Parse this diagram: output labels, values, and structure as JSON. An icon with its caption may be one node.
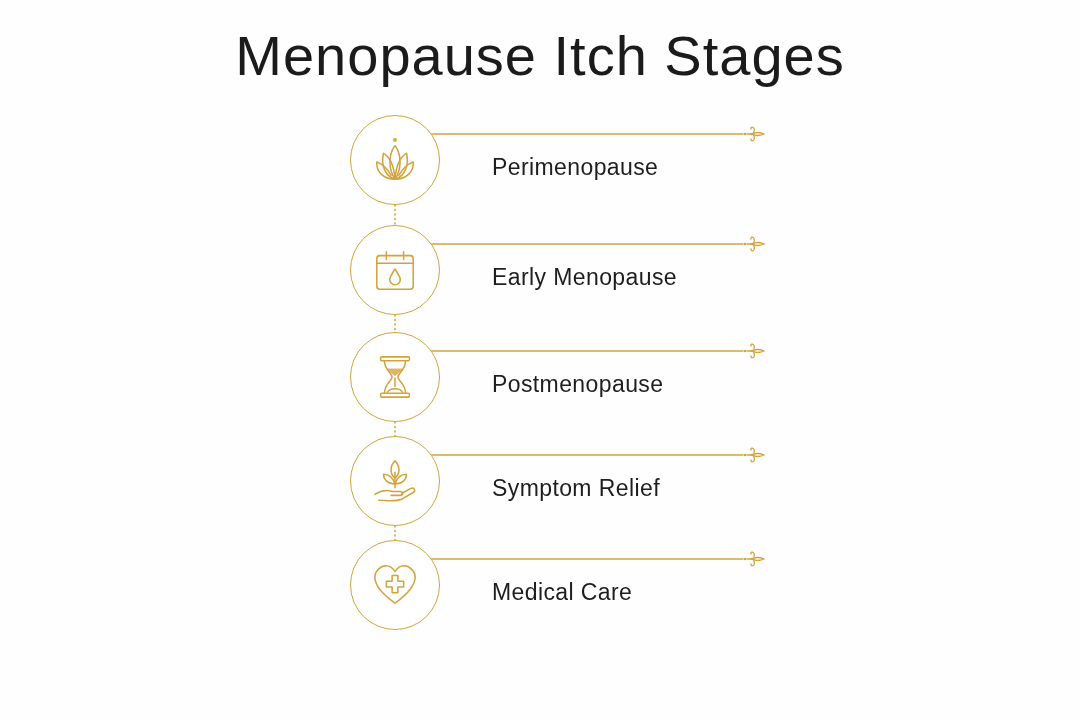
{
  "diagram": {
    "title": "Menopause Itch Stages",
    "nodes": [
      {
        "text": [],
        "shape": "circle",
        "beside": [
          "Perimenopause"
        ]
      },
      {
        "text": [],
        "shape": "circle",
        "beside": [
          "Early Menopause"
        ]
      },
      {
        "text": [],
        "shape": "circle",
        "beside": [
          "Postmenopause"
        ]
      },
      {
        "text": [],
        "shape": "circle",
        "beside": [
          "Symptom Relief"
        ]
      },
      {
        "text": [],
        "shape": "circle",
        "beside": [
          "Medical Care"
        ]
      }
    ],
    "edges": [
      {
        "from": 0,
        "to": null,
        "arrow": "other"
      },
      {
        "from": 0,
        "to": 1,
        "arrow": "none",
        "style": "dashed"
      },
      {
        "from": 1,
        "to": null,
        "arrow": "other"
      },
      {
        "from": 1,
        "to": 2,
        "arrow": "none",
        "style": "dashed"
      },
      {
        "from": 2,
        "to": null,
        "arrow": "other"
      },
      {
        "from": 2,
        "to": 3,
        "arrow": "none",
        "style": "dashed"
      },
      {
        "from": 3,
        "to": null,
        "arrow": "other"
      },
      {
        "from": 3,
        "to": 4,
        "arrow": "none",
        "style": "dashed"
      },
      {
        "from": 4,
        "to": null,
        "arrow": "other"
      }
    ]
  }
}
